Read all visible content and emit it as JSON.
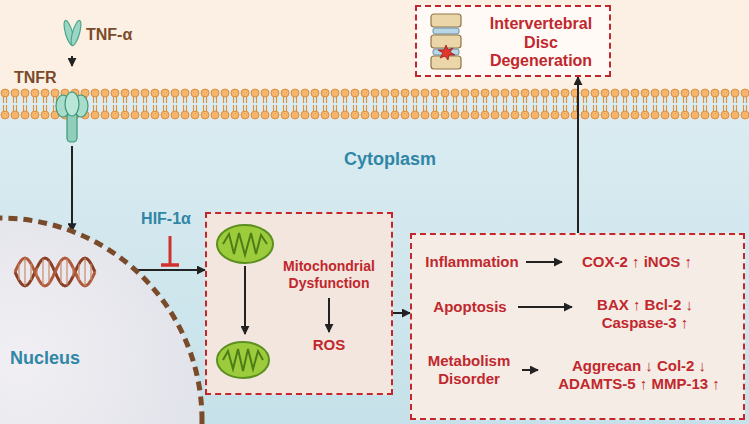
{
  "diagram": {
    "nodes": [
      {
        "text": [
          "TNF-α"
        ]
      },
      {
        "text": [
          "TNFR"
        ]
      },
      {
        "text": [
          "Nucleus"
        ]
      },
      {
        "text": [
          "HIF-1α"
        ]
      },
      {
        "text": [
          "Mitochondrial Dysfunction",
          "ROS"
        ]
      },
      {
        "text": []
      },
      {
        "text": [
          "Inflammation"
        ],
        "in": 5
      },
      {
        "text": [
          "COX-2 ↑ iNOS ↑"
        ],
        "in": 5
      },
      {
        "text": [
          "Apoptosis"
        ],
        "in": 5
      },
      {
        "text": [
          "BAX ↑ Bcl-2 ↓ Caspase-3 ↑"
        ],
        "in": 5
      },
      {
        "text": [
          "Metabolism Disorder"
        ],
        "in": 5
      },
      {
        "text": [
          "Aggrecan ↓ Col-2 ↓ ADAMTS-5 ↑ MMP-13 ↑"
        ],
        "in": 5
      },
      {
        "text": [
          "Intervertebral Disc Degeneration"
        ]
      }
    ],
    "edges": [
      {
        "from": 0,
        "to": 1,
        "arrow": "to"
      },
      {
        "from": 1,
        "to": 2,
        "arrow": "to"
      },
      {
        "from": 2,
        "to": 4,
        "arrow": "to"
      },
      {
        "from": 4,
        "to": 5,
        "arrow": "to"
      },
      {
        "from": 6,
        "to": 7,
        "arrow": "to"
      },
      {
        "from": 8,
        "to": 9,
        "arrow": "to"
      },
      {
        "from": 10,
        "to": 11,
        "arrow": "to"
      },
      {
        "from": 5,
        "to": 12,
        "arrow": "to"
      }
    ],
    "labels": [
      "Cytoplasm"
    ]
  }
}
